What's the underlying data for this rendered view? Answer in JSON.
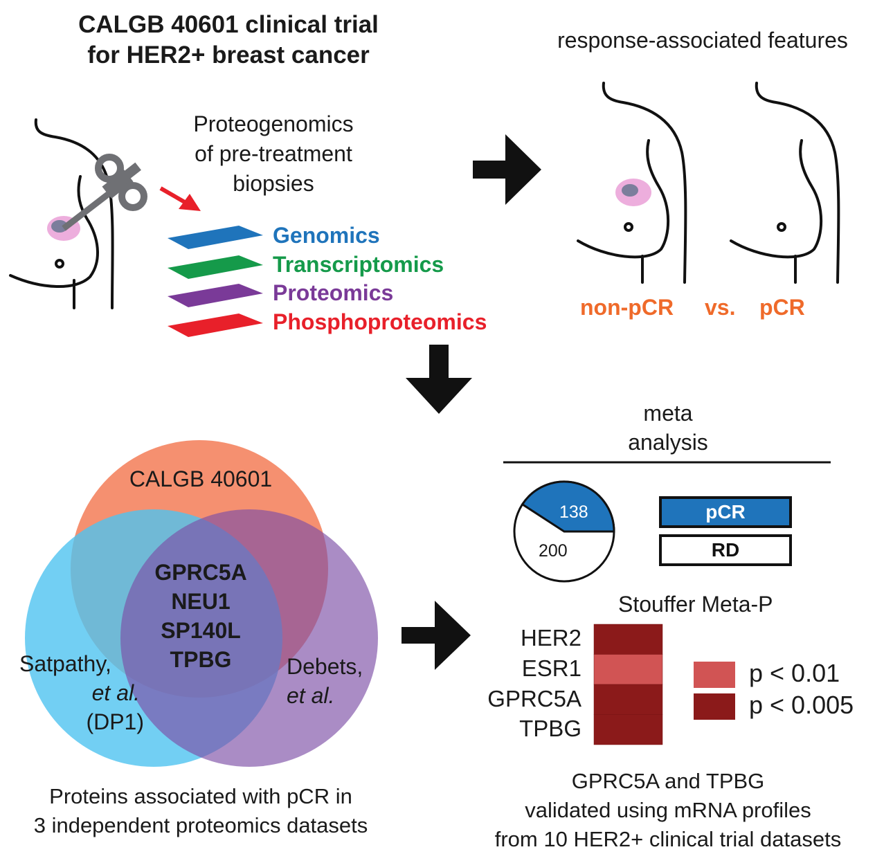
{
  "header": {
    "title_line1": "CALGB 40601 clinical trial",
    "title_line2": "for HER2+ breast cancer",
    "right_title": "response-associated features"
  },
  "biopsy": {
    "label_line1": "Proteogenomics",
    "label_line2": "of pre-treatment",
    "label_line3": "biopsies"
  },
  "omics_layers": [
    {
      "label": "Genomics",
      "color": "#1f74bb"
    },
    {
      "label": "Transcriptomics",
      "color": "#159a4a"
    },
    {
      "label": "Proteomics",
      "color": "#7a3a98"
    },
    {
      "label": "Phosphoproteomics",
      "color": "#e8202a"
    }
  ],
  "response": {
    "non_pcr": "non-pCR",
    "vs": "vs.",
    "pcr": "pCR",
    "color": "#ef6a2a"
  },
  "venn": {
    "sets": [
      {
        "label": "CALGB 40601",
        "color": "#f48a68"
      },
      {
        "label_line1": "Satpathy,",
        "label_line2": "et al.",
        "label_line3": "(DP1)",
        "color": "#4fc3f0"
      },
      {
        "label_line1": "Debets,",
        "label_line2": "et al.",
        "color": "#9b72b8"
      }
    ],
    "intersection": [
      "GPRC5A",
      "NEU1",
      "SP140L",
      "TPBG"
    ],
    "caption_line1": "Proteins associated with pCR in",
    "caption_line2": "3 independent proteomics datasets"
  },
  "meta_analysis": {
    "title_line1": "meta",
    "title_line2": "analysis",
    "pie": {
      "pcr_count": 138,
      "rd_count": 200,
      "pcr_color": "#1f74bb"
    },
    "legend": [
      {
        "label": "pCR",
        "color": "#1f74bb"
      },
      {
        "label": "RD",
        "color": "#ffffff"
      }
    ],
    "heatmap_title": "Stouffer Meta-P",
    "genes": [
      {
        "name": "HER2",
        "level": "p < 0.005"
      },
      {
        "name": "ESR1",
        "level": "p < 0.01"
      },
      {
        "name": "GPRC5A",
        "level": "p < 0.005"
      },
      {
        "name": "TPBG",
        "level": "p < 0.005"
      }
    ],
    "p_legend": [
      {
        "label": "p < 0.01",
        "color": "#d15454"
      },
      {
        "label": "p < 0.005",
        "color": "#8b1a1a"
      }
    ],
    "caption_line1": "GPRC5A and TPBG",
    "caption_line2": "validated using mRNA profiles",
    "caption_line3": "from 10 HER2+ clinical trial datasets"
  }
}
